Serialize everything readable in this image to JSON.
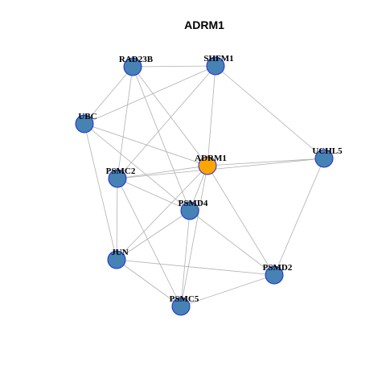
{
  "title": "ADRM1",
  "colors": {
    "edge": "#b0b0b0",
    "node_fill": "#4682b4",
    "node_border": "#1f2fd4",
    "focus_fill": "#ffa500"
  },
  "nodes": [
    {
      "id": "ADRM1",
      "label": "ADRM1",
      "focus": true
    },
    {
      "id": "RAD23B",
      "label": "RAD23B",
      "focus": false
    },
    {
      "id": "SHFM1",
      "label": "SHFM1",
      "focus": false
    },
    {
      "id": "UBC",
      "label": "UBC",
      "focus": false
    },
    {
      "id": "UCHL5",
      "label": "UCHL5",
      "focus": false
    },
    {
      "id": "PSMC2",
      "label": "PSMC2",
      "focus": false
    },
    {
      "id": "PSMD4",
      "label": "PSMD4",
      "focus": false
    },
    {
      "id": "JUN",
      "label": "JUN",
      "focus": false
    },
    {
      "id": "PSMD2",
      "label": "PSMD2",
      "focus": false
    },
    {
      "id": "PSMC5",
      "label": "PSMC5",
      "focus": false
    }
  ],
  "edges": [
    [
      "RAD23B",
      "SHFM1"
    ],
    [
      "RAD23B",
      "UBC"
    ],
    [
      "RAD23B",
      "ADRM1"
    ],
    [
      "RAD23B",
      "PSMC2"
    ],
    [
      "RAD23B",
      "PSMD4"
    ],
    [
      "SHFM1",
      "UBC"
    ],
    [
      "SHFM1",
      "UCHL5"
    ],
    [
      "SHFM1",
      "ADRM1"
    ],
    [
      "SHFM1",
      "PSMC2"
    ],
    [
      "UBC",
      "PSMD4"
    ],
    [
      "UBC",
      "JUN"
    ],
    [
      "UBC",
      "ADRM1"
    ],
    [
      "UCHL5",
      "ADRM1"
    ],
    [
      "UCHL5",
      "PSMC2"
    ],
    [
      "UCHL5",
      "PSMD2"
    ],
    [
      "ADRM1",
      "PSMC2"
    ],
    [
      "ADRM1",
      "PSMD4"
    ],
    [
      "ADRM1",
      "JUN"
    ],
    [
      "ADRM1",
      "PSMD2"
    ],
    [
      "ADRM1",
      "PSMC5"
    ],
    [
      "PSMC2",
      "PSMD4"
    ],
    [
      "PSMC2",
      "JUN"
    ],
    [
      "PSMC2",
      "PSMC5"
    ],
    [
      "PSMD4",
      "JUN"
    ],
    [
      "PSMD4",
      "PSMD2"
    ],
    [
      "PSMD4",
      "PSMC5"
    ],
    [
      "JUN",
      "PSMD2"
    ],
    [
      "JUN",
      "PSMC5"
    ],
    [
      "PSMD2",
      "PSMC5"
    ]
  ]
}
